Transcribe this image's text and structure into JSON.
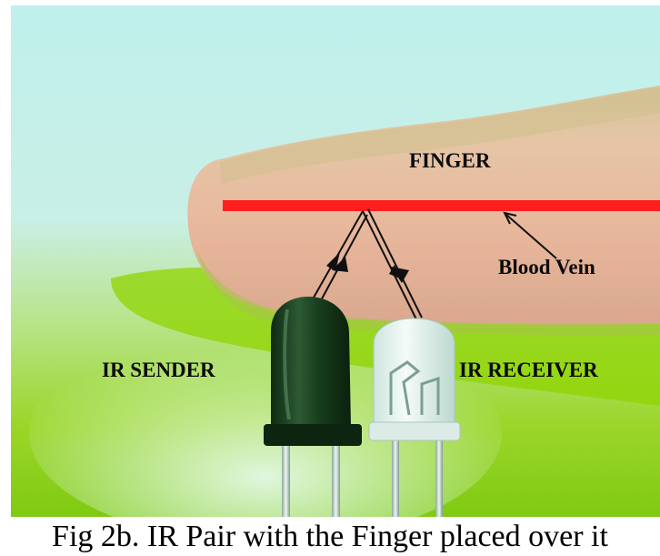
{
  "labels": {
    "finger": "FINGER",
    "blood_vein": "Blood Vein",
    "ir_sender": "IR SENDER",
    "ir_receiver": "IR RECEIVER"
  },
  "caption": "Fig 2b. IR Pair with the Finger placed over it",
  "colors": {
    "vein_line": "#ff2020",
    "background_light": "#c8f0ec",
    "background_green": "#8fd400",
    "finger_skin": "#e2b69a",
    "led_sender": "#163a1c",
    "led_receiver": "#e6f0ee"
  }
}
